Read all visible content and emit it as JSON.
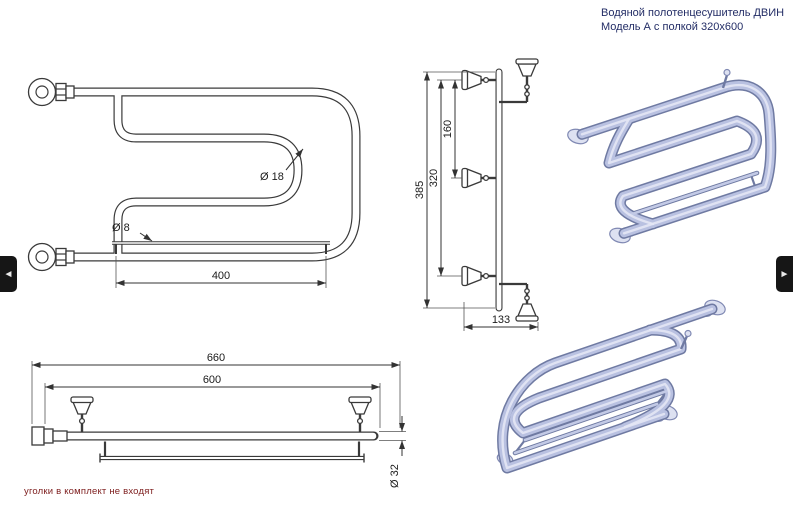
{
  "header": {
    "title_line1": "Водяной полотенцесушитель ДВИН",
    "title_line2": "Модель А с полкой 320x600"
  },
  "nav": {
    "prev": "◄",
    "next": "►"
  },
  "views": {
    "front": {
      "dims": {
        "pipe_diameter": "Ø 18",
        "shelf_rod_diameter": "Ø 8",
        "shelf_width": "400"
      }
    },
    "side": {
      "dims": {
        "upper_bracket_spacing": "160",
        "bracket_spacing": "320",
        "overall_height": "385",
        "depth": "133"
      }
    },
    "top": {
      "dims": {
        "overall_width": "660",
        "rail_width": "600",
        "pipe_diameter": "Ø 32"
      }
    }
  },
  "footer": {
    "note": "уголки в комплект не входят"
  }
}
